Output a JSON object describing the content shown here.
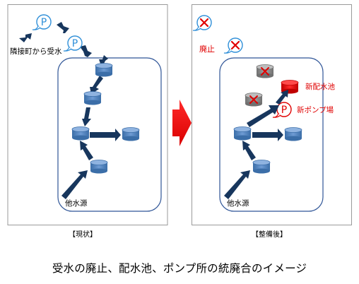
{
  "left_panel": {
    "caption": "【現状】",
    "source_label": "隣接町から受水",
    "other_source_label": "他水源",
    "pump_letter": "P"
  },
  "right_panel": {
    "caption": "【整備後】",
    "abolish_label": "廃止",
    "new_reservoir_label": "新配水池",
    "new_pump_label": "新ポンプ場",
    "other_source_label": "他水源",
    "pump_letter": "P"
  },
  "figure_caption": "受水の廃止、配水池、ポンプ所の統廃合のイメージ",
  "colors": {
    "arrow_navy": "#17365D",
    "tank_blue": "#4F81BD",
    "tank_gray": "#8C8C8C",
    "new_red": "#E00000",
    "pump_blue": "#2F8FD8",
    "transition_arrow": "#F20000",
    "panel_border": "#999999",
    "area_border": "#2F5597"
  },
  "icons": [
    "pump-icon",
    "reservoir-icon",
    "cross-mark-icon",
    "flow-arrow",
    "transition-arrow"
  ]
}
